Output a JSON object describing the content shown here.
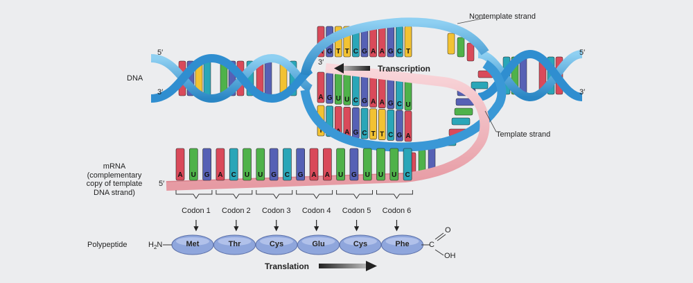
{
  "labels": {
    "dna": "DNA",
    "five_prime": "5′",
    "three_prime": "3′",
    "nontemplate": "Nontemplate strand",
    "template": "Template strand",
    "transcription": "Transcription",
    "translation": "Translation",
    "mrna_lines": [
      "mRNA",
      "(complementary",
      "copy of template",
      "DNA strand)"
    ],
    "polypeptide": "Polypeptide",
    "n_term_h": "H",
    "n_term_sub": "2",
    "n_term_n": "N",
    "c_term_c": "C",
    "c_term_o": "O",
    "c_term_oh": "OH"
  },
  "nontemplate_bases": [
    "A",
    "G",
    "T",
    "T",
    "C",
    "G",
    "A",
    "A",
    "G",
    "C",
    "T"
  ],
  "mrna_in_bubble": [
    "A",
    "G",
    "U",
    "U",
    "C",
    "G",
    "A",
    "A",
    "G",
    "C",
    "U"
  ],
  "template_bases": [
    "T",
    "C",
    "A",
    "A",
    "G",
    "C",
    "T",
    "T",
    "C",
    "G",
    "A"
  ],
  "mrna_bases": [
    "A",
    "U",
    "G",
    "A",
    "C",
    "U",
    "U",
    "G",
    "C",
    "G",
    "A",
    "A",
    "U",
    "G",
    "U",
    "U",
    "U",
    "C"
  ],
  "codons": [
    "Codon 1",
    "Codon 2",
    "Codon 3",
    "Codon 4",
    "Codon 5",
    "Codon 6"
  ],
  "amino_acids": [
    "Met",
    "Thr",
    "Cys",
    "Glu",
    "Cys",
    "Phe"
  ],
  "colors": {
    "A": "#d94a5a",
    "U": "#4fb24a",
    "T": "#f2c233",
    "G": "#5661b5",
    "C": "#2aa6b8",
    "backbone": "#3f9fd6",
    "mrna_backbone": "#f3b9bf",
    "amino_fill": "#8fa6dc",
    "background": "#ecedef"
  }
}
